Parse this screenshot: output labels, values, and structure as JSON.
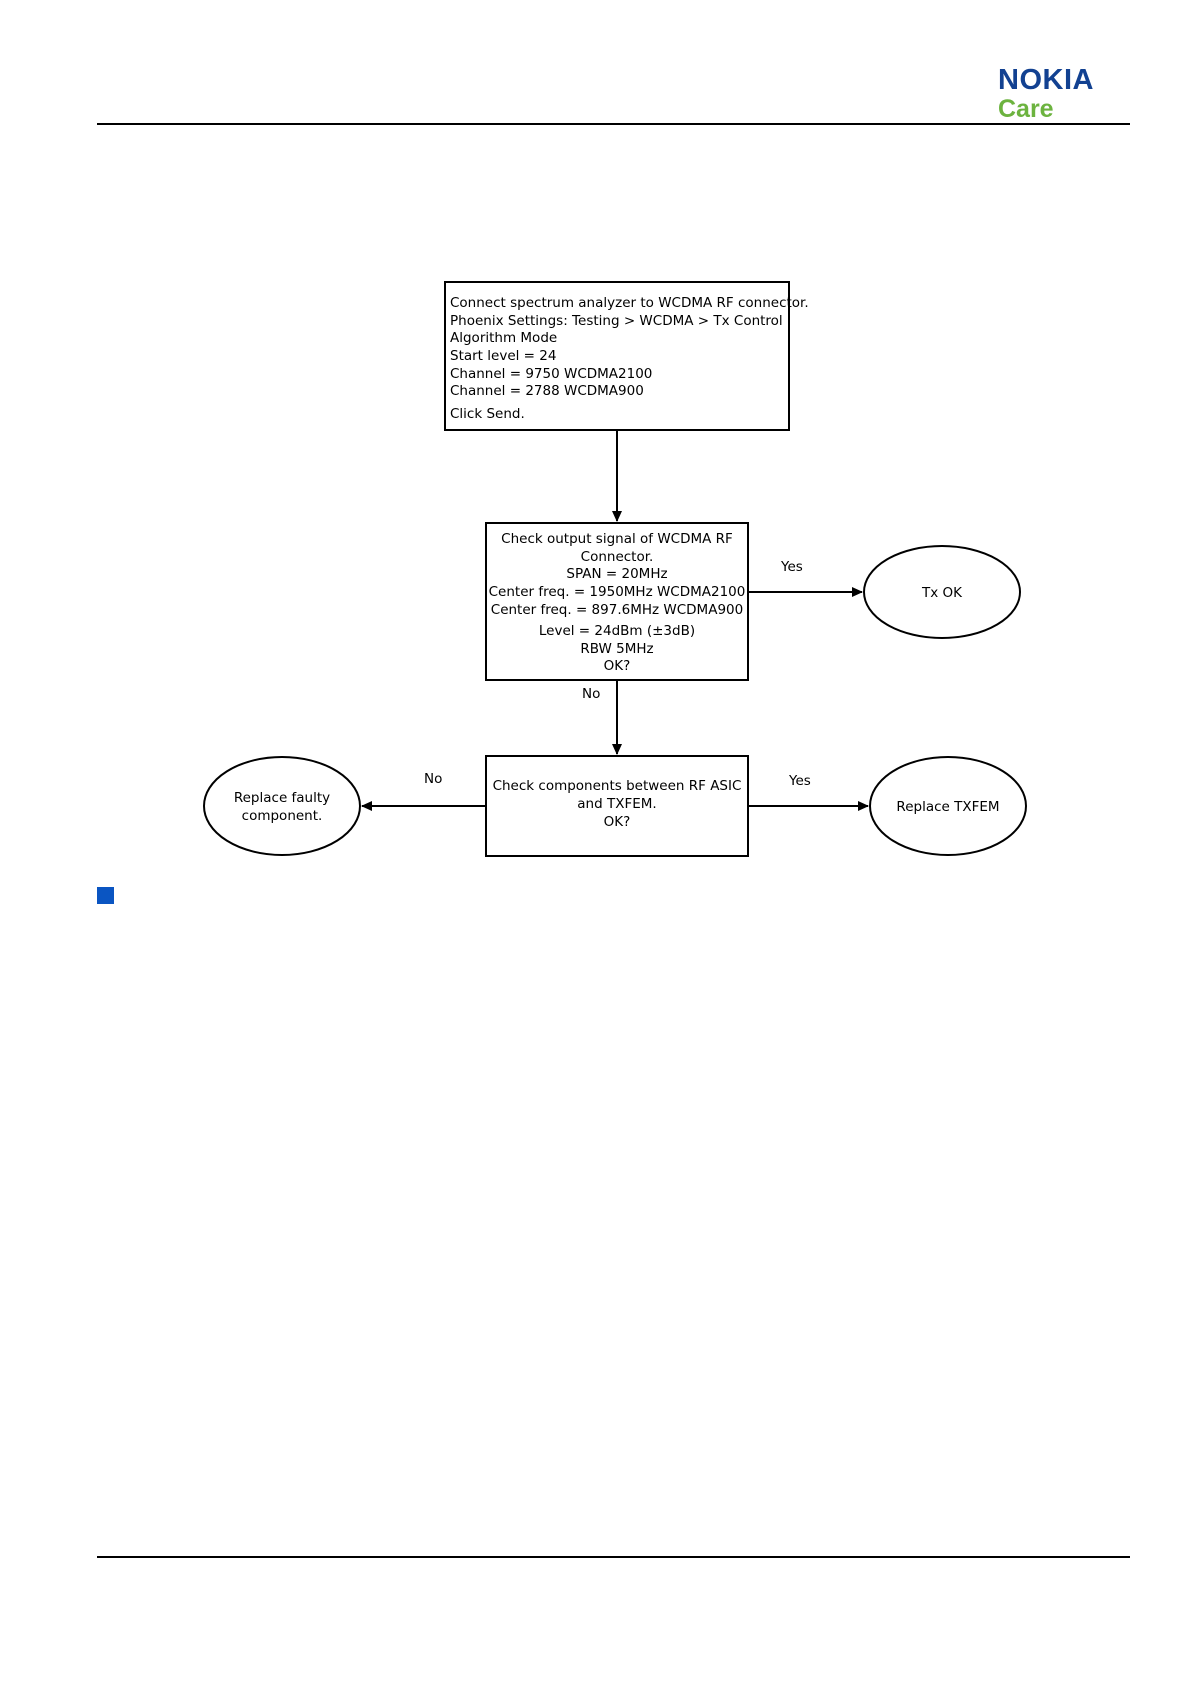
{
  "header": {
    "brand_name": "NOKIA",
    "brand_sub": "Care"
  },
  "flowchart": {
    "start": {
      "lines": [
        "Connect spectrum analyzer to WCDMA RF connector.",
        "Phoenix Settings: Testing > WCDMA > Tx Control",
        "Algorithm Mode",
        "Start level = 24",
        "Channel = 9750 WCDMA2100",
        "Channel = 2788 WCDMA900",
        "Click Send."
      ]
    },
    "check_output": {
      "lines": [
        "Check output signal of WCDMA RF",
        "Connector.",
        "SPAN = 20MHz",
        "Center freq. = 1950MHz WCDMA2100",
        "Center freq. = 897.6MHz WCDMA900",
        "Level = 24dBm (±3dB)",
        "RBW 5MHz",
        "OK?"
      ]
    },
    "tx_ok": {
      "label": "Tx OK"
    },
    "check_components": {
      "lines": [
        "Check components between RF ASIC",
        "and TXFEM.",
        "OK?"
      ]
    },
    "replace_faulty": {
      "lines": [
        "Replace faulty",
        "component."
      ]
    },
    "replace_txfem": {
      "label": "Replace TXFEM"
    },
    "edges": {
      "output_yes": "Yes",
      "output_no": "No",
      "components_no": "No",
      "components_yes": "Yes"
    }
  },
  "colors": {
    "nokia_blue": "#124191",
    "care_green": "#6cb33f",
    "marker_blue": "#0a55c2"
  }
}
